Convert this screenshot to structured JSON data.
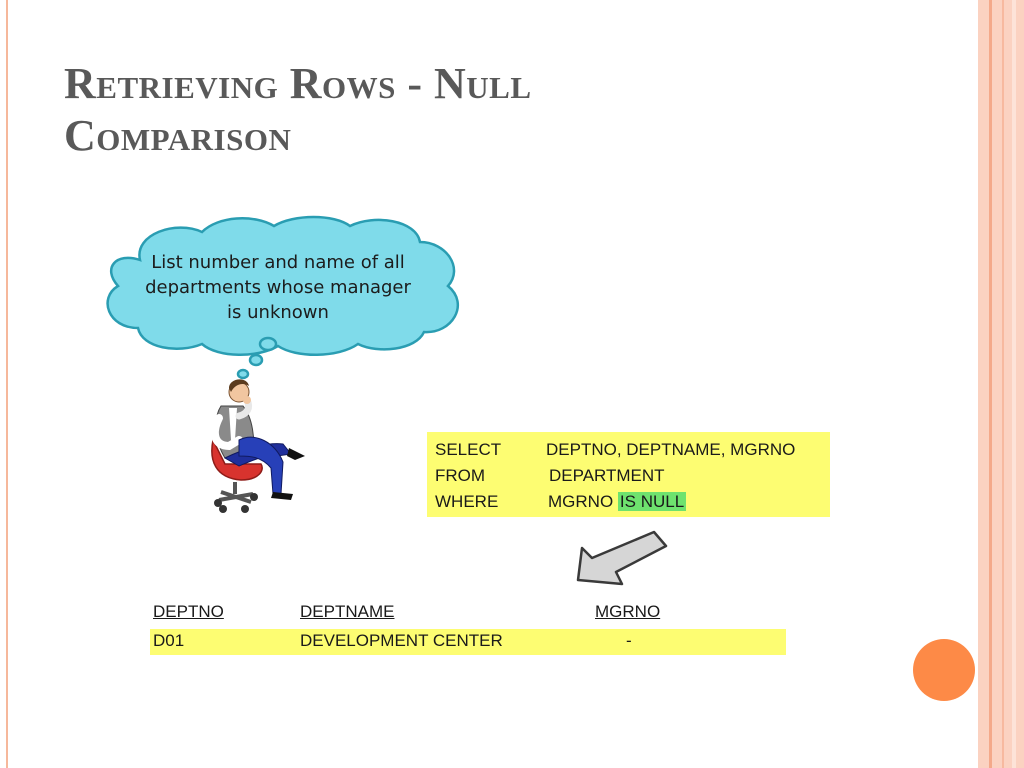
{
  "slide": {
    "title_line1": "Retrieving Rows - Null",
    "title_line2": "Comparison"
  },
  "thought_bubble": {
    "line1": "List number and name of all",
    "line2": "departments whose manager",
    "line3": "is unknown"
  },
  "sql": {
    "select_kw": "SELECT",
    "select_val": "DEPTNO, DEPTNAME, MGRNO",
    "from_kw": "FROM",
    "from_val": "DEPARTMENT",
    "where_kw": "WHERE",
    "where_col": "MGRNO",
    "where_cond": "IS NULL"
  },
  "result": {
    "headers": [
      "DEPTNO",
      "DEPTNAME",
      "MGRNO"
    ],
    "rows": [
      [
        "D01",
        "DEVELOPMENT CENTER",
        "-"
      ]
    ]
  },
  "colors": {
    "highlight_yellow": "#fdfd72",
    "highlight_green": "#6ee26e",
    "bubble_fill": "#7fdbea",
    "accent_orange": "#fd8a47",
    "title_gray": "#595959"
  },
  "icons": [
    "thought-bubble-icon",
    "thinking-person-icon",
    "down-left-arrow-icon"
  ]
}
